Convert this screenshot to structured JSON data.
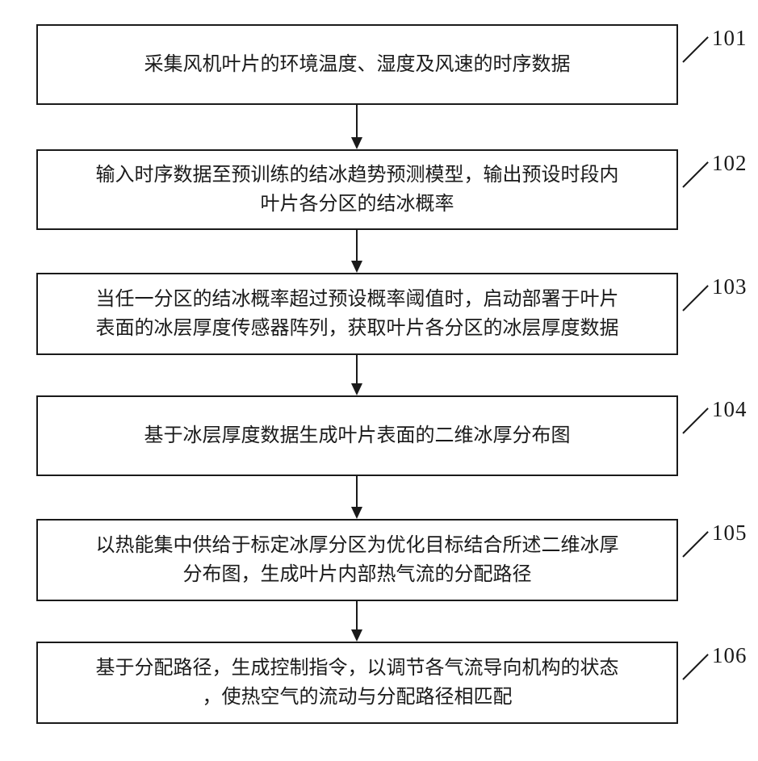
{
  "figure": {
    "type": "flowchart",
    "background": "#ffffff",
    "line_color": "#1a1a1a"
  },
  "steps": [
    {
      "label": "101",
      "text": "采集风机叶片的环境温度、湿度及风速的时序数据"
    },
    {
      "label": "102",
      "text": "输入时序数据至预训练的结冰趋势预测模型，输出预设时段内\n叶片各分区的结冰概率"
    },
    {
      "label": "103",
      "text": "当任一分区的结冰概率超过预设概率阈值时，启动部署于叶片\n表面的冰层厚度传感器阵列，获取叶片各分区的冰层厚度数据"
    },
    {
      "label": "104",
      "text": "基于冰层厚度数据生成叶片表面的二维冰厚分布图"
    },
    {
      "label": "105",
      "text": "以热能集中供给于标定冰厚分区为优化目标结合所述二维冰厚\n分布图，生成叶片内部热气流的分配路径"
    },
    {
      "label": "106",
      "text": "基于分配路径，生成控制指令，以调节各气流导向机构的状态\n，使热空气的流动与分配路径相匹配"
    }
  ]
}
